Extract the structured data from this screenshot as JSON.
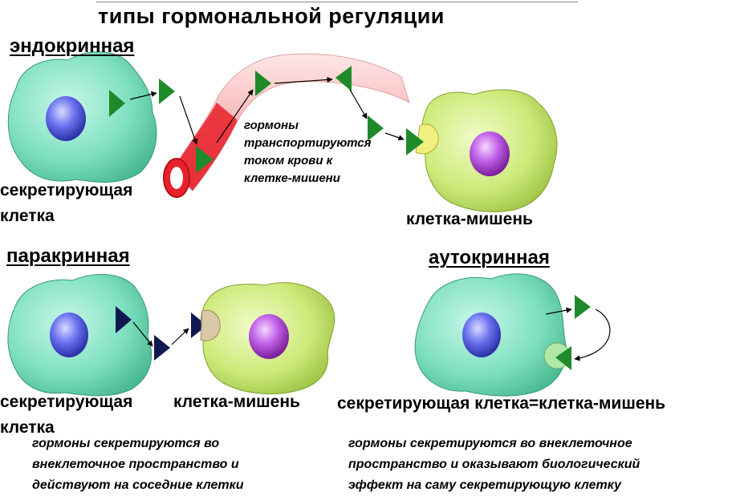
{
  "title": "типы гормональной регуляции",
  "sections": {
    "endocrine": {
      "heading": "эндокринная",
      "secreting_label_line1": "секретирующая",
      "secreting_label_line2": "клетка",
      "target_label": "клетка-мишень",
      "note_lines": [
        "гормоны",
        "транспортируются",
        "током крови к",
        "клетке-мишени"
      ]
    },
    "paracrine": {
      "heading": "паракринная",
      "secreting_label_line1": "секретирующая",
      "secreting_label_line2": "клетка",
      "target_label": "клетка-мишень",
      "note_lines": [
        "гормоны секретируются во",
        "внеклеточное пространство и",
        "действуют на соседние клетки"
      ]
    },
    "autocrine": {
      "heading": "аутокринная",
      "cell_label": "секретирующая клетка=клетка-мишень",
      "note_lines": [
        "гормоны секретируются во внеклеточное",
        "пространство и оказывают биологический",
        "эффект на саму секретирующую клетку"
      ]
    }
  },
  "colors": {
    "secreting_cell": "#7fe0c0",
    "target_cell": "#cdea7a",
    "secreting_nucleus": "#5560e0",
    "target_nucleus": "#b050d8",
    "hormone_green": "#1f8a2a",
    "hormone_dark": "#101850",
    "vessel": "#e8202a"
  }
}
